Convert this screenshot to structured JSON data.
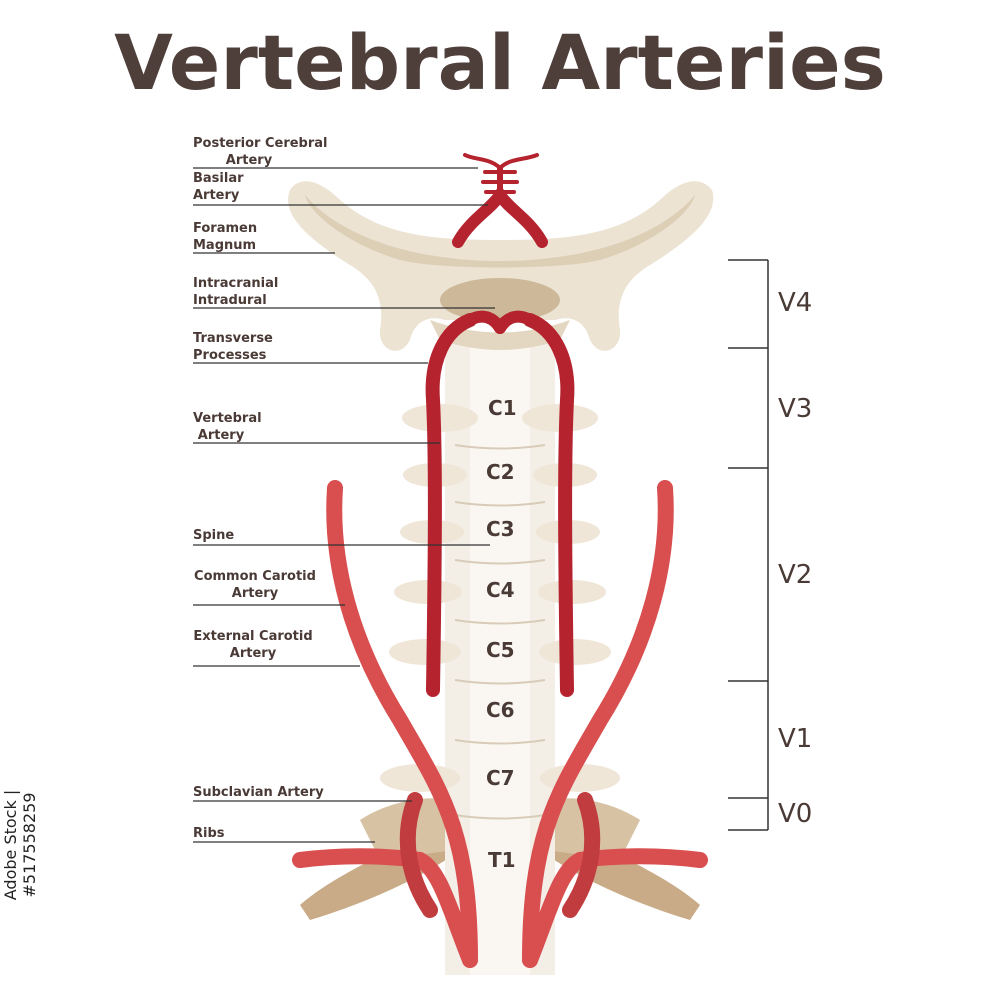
{
  "title": "Vertebral Arteries",
  "labels": {
    "posterior_cerebral": [
      "Posterior Cerebral",
      "Artery"
    ],
    "basilar": [
      "Basilar",
      "Artery"
    ],
    "foramen": [
      "Foramen",
      "Magnum"
    ],
    "intracranial": [
      "Intracranial",
      "Intradural"
    ],
    "transverse": [
      "Transverse",
      "Processes"
    ],
    "vertebral": [
      "Vertebral",
      "Artery"
    ],
    "spine": "Spine",
    "common_carotid": [
      "Common Carotid",
      "Artery"
    ],
    "external_carotid": [
      "External Carotid",
      "Artery"
    ],
    "subclavian": "Subclavian Artery",
    "ribs": "Ribs"
  },
  "vertebrae": [
    "C1",
    "C2",
    "C3",
    "C4",
    "C5",
    "C6",
    "C7",
    "T1"
  ],
  "segments": [
    "V4",
    "V3",
    "V2",
    "V1",
    "V0"
  ],
  "stock_id": "Adobe Stock | #517558259",
  "colors": {
    "bone": "#ece3d3",
    "bone_shade": "#ddcfb6",
    "bone_dark": "#cdb99a",
    "spine": "#f3eee6",
    "artery_dark": "#b5232f",
    "artery_light": "#d94f50",
    "rib": "#c9ab88",
    "text": "#4a3a36",
    "title": "#4f3f3b"
  }
}
